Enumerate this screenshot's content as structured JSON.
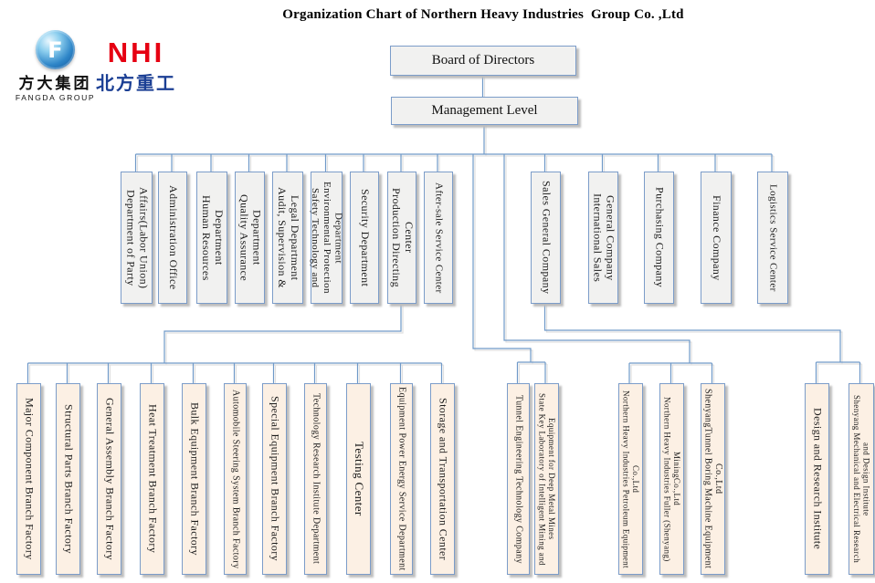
{
  "title": "Organization Chart of Northern Heavy Industries  Group Co. ,Ltd",
  "logos": {
    "fangda": {
      "symbol": "F",
      "cn": "方大集团",
      "en": "FANGDA GROUP"
    },
    "nhi": {
      "abbr": "NHI",
      "cn": "北方重工"
    }
  },
  "hierarchy": {
    "board": "Board of Directors",
    "management": "Management Level"
  },
  "level1": [
    "Department of Party\nAffairs(Labor Union)",
    "Administration Office",
    "Human Resources\nDepartment",
    "Quality Assurance\nDepartment",
    "Audit, Supervision &\nLegal Department",
    "Safety Technology and\nEnvironmental Protection\nDepartment",
    "Security Department",
    "Production Directing\nCenter",
    "After-sale Service Center",
    "Sales General Company",
    "International Sales\nGeneral Company",
    "Purchasing Company",
    "Finance Company",
    "Logistics Service Center"
  ],
  "level2": [
    "Major Component Branch Factory",
    "Structural Parts Branch Factory",
    "General Assembly Branch Factory",
    "Heat Treatment Branch Factory",
    "Bulk Equipment Branch Factory",
    "Automobile Steering System Branch Factory",
    "Special Equipment Branch Factory",
    "Technology Research Institute Department",
    "Testing Center",
    "Equipment Power Energy Service Department",
    "Storage and Transportation Center",
    "Tunnel Engineering Technology Company",
    "State Key Laboratory of Intelligent Mining and\nEquipment for Deep Metal Mines",
    "Northern Heavy Industries Petroleum Equipment\nCo.,Ltd",
    "Northern Heavy Industries Fuller (Shenyang)\nMiningCo.,Ltd",
    "ShenyangTunnel Boring Machine Equipment\nCo.,Ltd",
    "Design and Research Institute",
    "Shenyang Mechanical and Electrical Research\nand Design Institute"
  ],
  "colors": {
    "line": "#6f99c8",
    "box_border": "#7b9cc9",
    "level1_fill": "#f1f1f0",
    "level2_fill": "#fcf0e4",
    "nhi_red": "#e60012",
    "nhi_blue": "#1b3f94"
  }
}
